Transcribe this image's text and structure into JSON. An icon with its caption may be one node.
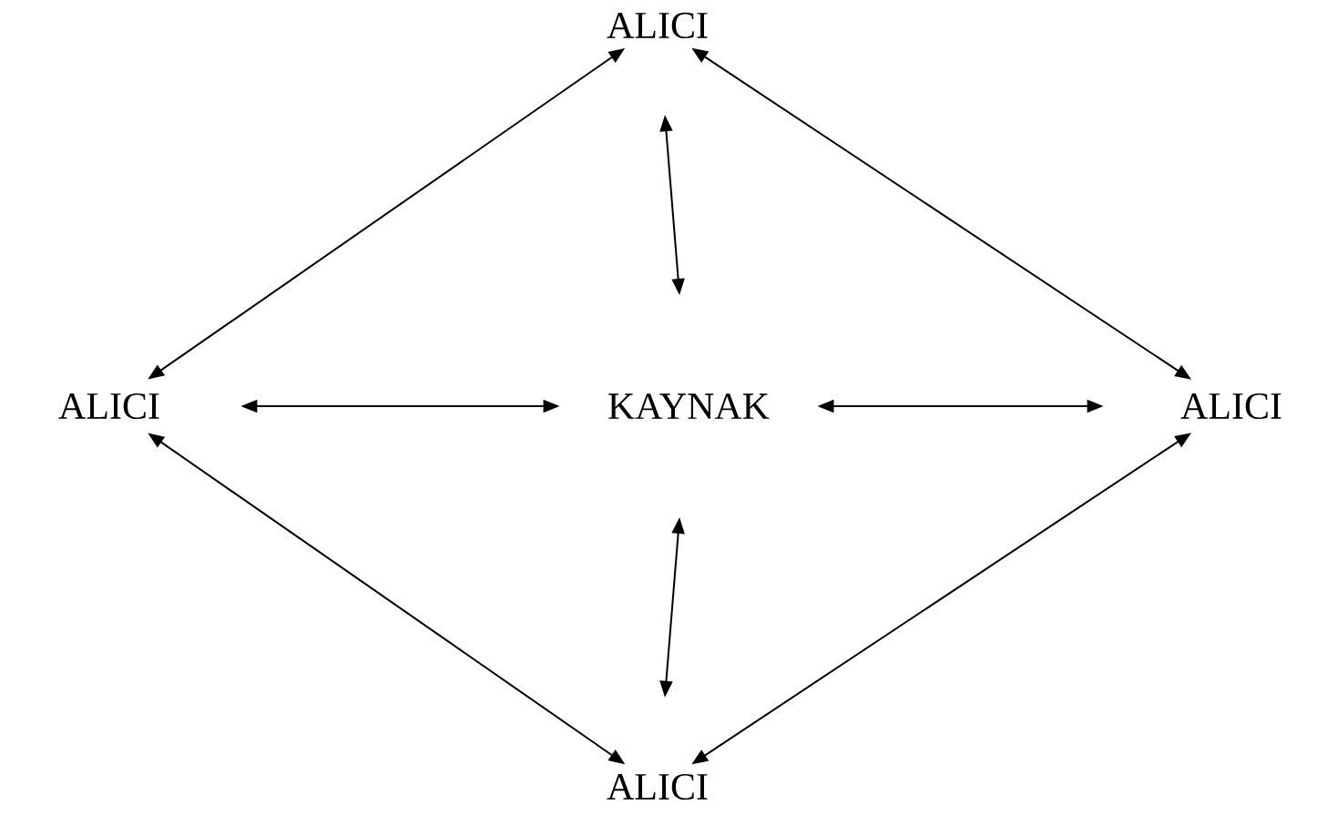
{
  "diagram": {
    "nodes": [
      {
        "text": [
          "ALICI"
        ]
      },
      {
        "text": [
          "ALICI"
        ]
      },
      {
        "text": [
          "KAYNAK"
        ]
      },
      {
        "text": [
          "ALICI"
        ]
      },
      {
        "text": [
          "ALICI"
        ]
      }
    ],
    "edges": [
      {
        "from": 0,
        "to": 1,
        "arrow": "both"
      },
      {
        "from": 0,
        "to": 3,
        "arrow": "both"
      },
      {
        "from": 0,
        "to": 2,
        "arrow": "both"
      },
      {
        "from": 1,
        "to": 2,
        "arrow": "both"
      },
      {
        "from": 2,
        "to": 3,
        "arrow": "both"
      },
      {
        "from": 2,
        "to": 4,
        "arrow": "both"
      },
      {
        "from": 1,
        "to": 4,
        "arrow": "both"
      },
      {
        "from": 3,
        "to": 4,
        "arrow": "both"
      }
    ]
  }
}
